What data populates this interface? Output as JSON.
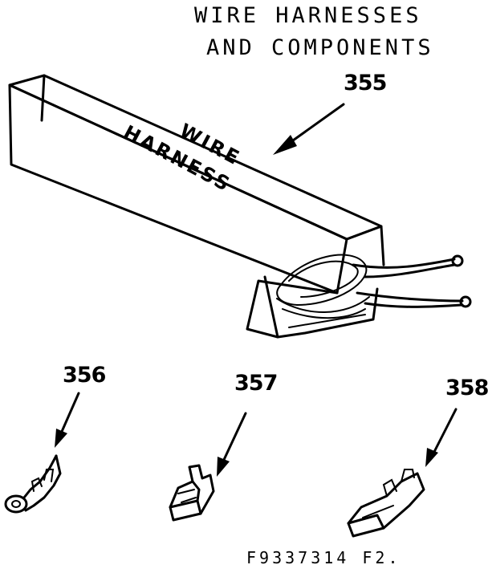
{
  "title": {
    "line1": "WIRE HARNESSES",
    "line2": "AND COMPONENTS"
  },
  "box_label": {
    "line1": "WIRE",
    "line2": "HARNESS"
  },
  "callouts": {
    "c355": "355",
    "c356": "356",
    "c357": "357",
    "c358": "358"
  },
  "figure_id": "F9337314 F2."
}
